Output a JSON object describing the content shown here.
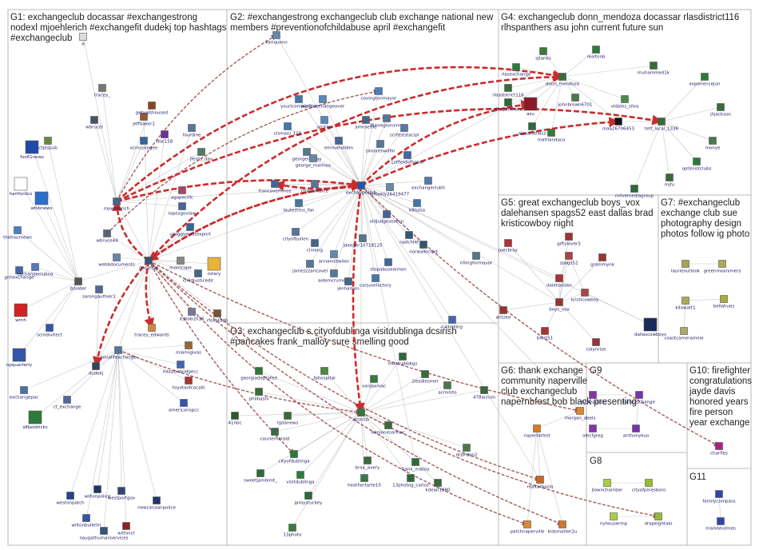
{
  "groups": {
    "g1": {
      "title": [
        "G1: exchangeclub docassar #exchangestrong",
        "nodexl mjoehlerich #exchangefit dudekj top hashtags",
        "#exchangeclub"
      ]
    },
    "g2": {
      "title": [
        "G2: #exchangestrong exchangeclub club exchange national new",
        "members #preventionofchildabuse april #exchangefit"
      ]
    },
    "g3": {
      "title": [
        "G3: exchangeclub s cityofdublinga visitdublinga dcsirish",
        "#pancakes frank_malloy sure smelling good"
      ]
    },
    "g4": {
      "title": [
        "G4: exchangeclub donn_mendoza docassar rlasdistrict116",
        "rlhspanthers asu john current future sun"
      ]
    },
    "g5": {
      "title": [
        "G5: great exchangeclub boys_vox",
        "dalehansen spags52 east dallas brad",
        "kristicowboy night"
      ]
    },
    "g7": {
      "title": [
        "G7: #exchangeclub",
        "exchange club sue",
        "photography design",
        "photos follow ig photo"
      ]
    },
    "g6": {
      "title": [
        "G6: thank exchange",
        "community naperville",
        "club exchangeclub",
        "napernbfest bob black presenting"
      ]
    },
    "g9": {
      "title": [
        "G9"
      ]
    },
    "g10": {
      "title": [
        "G10: firefighter",
        "congratulations",
        "jayde davis",
        "honored years",
        "fire person",
        "year exchange"
      ]
    },
    "g8": {
      "title": [
        "G8"
      ]
    },
    "g11": {
      "title": [
        "G11"
      ]
    }
  },
  "colors": {
    "edge_plain": "#c8c8c8",
    "edge_red": "#cc2b2b",
    "edge_brown": "#a45c5c",
    "label": "#1a1a66"
  },
  "nodes": [
    {
      "id": "fox61news",
      "label": "fox61news",
      "color": "#1e4aa8",
      "big": true
    },
    {
      "id": "wfsbnews",
      "label": "wfsbnews",
      "color": "#2a6fc9",
      "big": true
    },
    {
      "id": "hartfordco",
      "label": "hartfordco",
      "color": "#ffffff",
      "big": true
    },
    {
      "id": "thehournews",
      "label": "thehournews",
      "color": "#4a7fbf"
    },
    {
      "id": "ctplspub",
      "label": "ctplspub",
      "color": "#6a8a3a"
    },
    {
      "id": "wrnh",
      "label": "wrnh",
      "color": "#d32222",
      "big": true
    },
    {
      "id": "npquarterly",
      "label": "npquarterly",
      "color": "#3355aa",
      "big": true
    },
    {
      "id": "exchangepac",
      "label": "exchangepac",
      "color": "#4a6fa8"
    },
    {
      "id": "s8",
      "label": "s8beldricks",
      "color": "#2d7a3a",
      "big": true
    },
    {
      "id": "gnhexchange",
      "label": "gnhexchange",
      "color": "#4466aa"
    },
    {
      "id": "exchangeclubna",
      "label": "exchangeclubna",
      "color": "#5577bb"
    },
    {
      "id": "bzolder",
      "label": "bzolder",
      "color": "#555555"
    },
    {
      "id": "mjoehlerich",
      "label": "mjoehlerich",
      "color": "#446688"
    },
    {
      "id": "docassar",
      "label": "docassar",
      "color": "#335577"
    },
    {
      "id": "nonalifexchange",
      "label": "nonalifexchange",
      "color": "#557799"
    },
    {
      "id": "dudekj",
      "label": "dudekj",
      "color": "#334455"
    },
    {
      "id": "webbdocuments",
      "label": "webbdocuments",
      "color": "#6688aa"
    },
    {
      "id": "wbruce44",
      "label": "wbruce44",
      "color": "#556677"
    },
    {
      "id": "wbrucel",
      "label": "wbrucel",
      "color": "#445566"
    },
    {
      "id": "tracey_",
      "label": "tracey_",
      "color": "#777777"
    },
    {
      "id": "d",
      "label": "d",
      "color": "#dddddd"
    },
    {
      "id": "jeffbaker1",
      "label": "jeffbaker1",
      "color": "#995533"
    },
    {
      "id": "getvalshoused",
      "label": "getvalshoused",
      "color": "#884422"
    },
    {
      "id": "dlai158",
      "label": "dlai158",
      "color": "#663399"
    },
    {
      "id": "xcmuskogee",
      "label": "xcmuskogee",
      "color": "#336699"
    },
    {
      "id": "fourdine",
      "label": "fourdine",
      "color": "#557799"
    },
    {
      "id": "jferris_dav",
      "label": "jferris_dav",
      "color": "#557766"
    },
    {
      "id": "agapecific",
      "label": "agapecific",
      "color": "#aa4466"
    },
    {
      "id": "lopezgovlaw",
      "label": "lopezgovlaw",
      "color": "#446699"
    },
    {
      "id": "montcope",
      "label": "montcope",
      "color": "#888888"
    },
    {
      "id": "sarongauthier1",
      "label": "sarongauthier1",
      "color": "#556699"
    },
    {
      "id": "tracey_edwards",
      "label": "tracey_edwards",
      "color": "#cc8844"
    },
    {
      "id": "itsbob2016",
      "label": "itsbob2016",
      "color": "#777799"
    },
    {
      "id": "rfoxplddb",
      "label": "rfoxplddb",
      "color": "#775533"
    },
    {
      "id": "miamigivas",
      "label": "miamigivas",
      "color": "#996633"
    },
    {
      "id": "missionbridgecc",
      "label": "missionbridgecc",
      "color": "#4466aa"
    },
    {
      "id": "toyotaofcocalli",
      "label": "toyotaofcocalli",
      "color": "#aa3333"
    },
    {
      "id": "americanspcc",
      "label": "americanspcc",
      "color": "#3355aa"
    },
    {
      "id": "childjusticedir",
      "label": "childjusticedir",
      "color": "#446688"
    },
    {
      "id": "rotary",
      "label": "rotary",
      "color": "#e8b33a",
      "big": true
    },
    {
      "id": "usaggymastexport",
      "label": "usaggymastexport",
      "color": "#336699"
    },
    {
      "id": "scrodivitect",
      "label": "scrodivitect",
      "color": "#3355aa"
    },
    {
      "id": "ct_exchange",
      "label": "ct_exchange",
      "color": "#556699"
    },
    {
      "id": "westonpatch",
      "label": "westonpatch",
      "color": "#224488"
    },
    {
      "id": "wiltonpolice",
      "label": "wiltonpolice",
      "color": "#223366"
    },
    {
      "id": "westportgov",
      "label": "westportgov",
      "color": "#334477"
    },
    {
      "id": "newcanaanpolice",
      "label": "newcanaanpolice",
      "color": "#223366"
    },
    {
      "id": "wiltonbulletin",
      "label": "wiltonbulletin",
      "color": "#3355aa"
    },
    {
      "id": "naugathumanservices",
      "label": "naugathumanservices",
      "color": "#335577"
    },
    {
      "id": "wiltonct",
      "label": "wiltonct",
      "color": "#882222"
    },
    {
      "id": "kariquenn",
      "label": "kariquenn",
      "color": "#6688aa"
    },
    {
      "id": "yourlcompositon",
      "label": "yourlcompositon",
      "color": "#4477aa"
    },
    {
      "id": "wintimechangeover",
      "label": "wintimechangeover",
      "color": "#5588bb"
    },
    {
      "id": "covingtonmayor",
      "label": "covingtonmayor",
      "color": "#4a7fbf"
    },
    {
      "id": "filmregions",
      "label": "filmregionsinm",
      "color": "#557799"
    },
    {
      "id": "johnsethe",
      "label": "johnsethe",
      "color": "#446688"
    },
    {
      "id": "clsmanj",
      "label": "clsmanj_115",
      "color": "#4477aa"
    },
    {
      "id": "archan",
      "label": "archan",
      "color": "#5588bb"
    },
    {
      "id": "emmaholden",
      "label": "emmaholden",
      "color": "#446699"
    },
    {
      "id": "georgemgray",
      "label": "georgemgray",
      "color": "#557788"
    },
    {
      "id": "george_marinos",
      "label": "george_marinos",
      "color": "#6688aa"
    },
    {
      "id": "simonthwilfin",
      "label": "simonthwilfin",
      "color": "#557799"
    },
    {
      "id": "1st",
      "label": "1stfieldofhonor",
      "color": "#4466aa"
    },
    {
      "id": "scrfeststacipl",
      "label": "scrfeststacipl",
      "color": "#5577aa"
    },
    {
      "id": "francoverhinos",
      "label": "francoverhinos",
      "color": "#446699"
    },
    {
      "id": "chiptamarce",
      "label": "chiptamarce",
      "color": "#557799"
    },
    {
      "id": "exchangeclub",
      "label": "exchangeclub",
      "color": "#2255aa"
    },
    {
      "id": "brooklyn",
      "label": "brookly26419477",
      "color": "#6688aa"
    },
    {
      "id": "exchangeclubh",
      "label": "exchangeclubh",
      "color": "#5577aa"
    },
    {
      "id": "lautesttns_fan",
      "label": "lautesttns_fan",
      "color": "#447799"
    },
    {
      "id": "cityofbullen",
      "label": "cityofbullen",
      "color": "#557799"
    },
    {
      "id": "cinlong",
      "label": "cinlong",
      "color": "#446688"
    },
    {
      "id": "oldjudgesexecn",
      "label": "oldjudgesexecn",
      "color": "#446699"
    },
    {
      "id": "k8tulsa",
      "label": "k8tulsa",
      "color": "#4477aa"
    },
    {
      "id": "npdchief",
      "label": "npdchief",
      "color": "#335577"
    },
    {
      "id": "jdeeger",
      "label": "jdeeger10718125",
      "color": "#557788"
    },
    {
      "id": "annamiltwilen",
      "label": "annamiltwilen",
      "color": "#6688aa"
    },
    {
      "id": "norwalkictpd",
      "label": "norwalkictpd",
      "color": "#335577"
    },
    {
      "id": "jameszzaricovel",
      "label": "jameszzaricovel",
      "color": "#557799"
    },
    {
      "id": "stopabuseaimon",
      "label": "stopabuseaimon",
      "color": "#446699"
    },
    {
      "id": "aidemcrumera",
      "label": "aidemcrumera",
      "color": "#557799"
    },
    {
      "id": "jenhamon",
      "label": "jenhamon",
      "color": "#446688"
    },
    {
      "id": "carjunefactory",
      "label": "carjunefactory",
      "color": "#4477aa"
    },
    {
      "id": "rillingformayor",
      "label": "rillingformayor",
      "color": "#557788"
    },
    {
      "id": "luckelling",
      "label": "luckelling",
      "color": "#4466aa"
    },
    {
      "id": "georgiadeptofed",
      "label": "georgiadeptofed",
      "color": "#2d7a3a"
    },
    {
      "id": "fphospital",
      "label": "fphospital",
      "color": "#4a8a3a"
    },
    {
      "id": "philbashi",
      "label": "philbashi",
      "color": "#3a6a3a"
    },
    {
      "id": "41nbc",
      "label": "41nbc",
      "color": "#2d5a2d"
    },
    {
      "id": "vanjaxmac",
      "label": "vanjaxmac",
      "color": "#3a7a3a"
    },
    {
      "id": "montrabbbgs",
      "label": "montrabbbgs",
      "color": "#2d6a3a"
    },
    {
      "id": "1lesdiesmer",
      "label": "1lesdiesmer",
      "color": "#3a6a3a"
    },
    {
      "id": "acmilsto",
      "label": "acmilsto",
      "color": "#4a7a4a"
    },
    {
      "id": "rgdanews",
      "label": "rgdanews",
      "color": "#3a6a3a"
    },
    {
      "id": "dcsirish",
      "label": "dcsirish",
      "color": "#2d7a3a"
    },
    {
      "id": "courierherald",
      "label": "courierherald",
      "color": "#3a6a4a"
    },
    {
      "id": "cityofdublinga",
      "label": "cityofdublinga",
      "color": "#2d7a3a"
    },
    {
      "id": "benjonesarmac",
      "label": "benjonesarmac",
      "color": "#3a6a3a"
    },
    {
      "id": "drjordan2",
      "label": "drjordan2",
      "color": "#4a7a4a"
    },
    {
      "id": "478acrum",
      "label": "478acrum",
      "color": "#3a6a3a"
    },
    {
      "id": "sweetjambimt",
      "label": "sweetjambimt_",
      "color": "#2d6a3a"
    },
    {
      "id": "visitdublinga",
      "label": "visitdublinga",
      "color": "#2d7a3a"
    },
    {
      "id": "brax_avery",
      "label": "brax_avery",
      "color": "#3a6a3a"
    },
    {
      "id": "frank_malloy",
      "label": "frank_malloy",
      "color": "#2d6a3a"
    },
    {
      "id": "heathertarte10",
      "label": "heathertarte10",
      "color": "#3a7a4a"
    },
    {
      "id": "13photog",
      "label": "13photog_carlos",
      "color": "#2d6a3a"
    },
    {
      "id": "kdean1980",
      "label": "kdean1980",
      "color": "#3a6a3a"
    },
    {
      "id": "jaroystuckey",
      "label": "jaroystuckey",
      "color": "#2d6a3a"
    },
    {
      "id": "13photo",
      "label": "13photo",
      "color": "#3a7a3a"
    },
    {
      "id": "rlasexchange",
      "label": "rlasexchange",
      "color": "#2d7a3a"
    },
    {
      "id": "rlasdistrict116",
      "label": "rlasdistrict116",
      "color": "#3a6a3a"
    },
    {
      "id": "rlhspanthers",
      "label": "rlhspanthers",
      "color": "#2d6a3a"
    },
    {
      "id": "asu",
      "label": "asu",
      "color": "#8a1a2a",
      "big": true
    },
    {
      "id": "donn_mendoza",
      "label": "donn_mendoza",
      "color": "#3a6a3a"
    },
    {
      "id": "johnbrown6701",
      "label": "johnbrown6701",
      "color": "#4a7a4a"
    },
    {
      "id": "realtonb",
      "label": "realtonb",
      "color": "#2d7a3a"
    },
    {
      "id": "muhammed1k",
      "label": "muhammed1k",
      "color": "#3a6a3a"
    },
    {
      "id": "vidales_silva",
      "label": "vidales_silva",
      "color": "#4a8a4a"
    },
    {
      "id": "alexandralcz",
      "label": "alexandralcz",
      "color": "#2d6a3a"
    },
    {
      "id": "mafriandaco",
      "label": "mafriandaco",
      "color": "#3a7a3a"
    },
    {
      "id": "maa",
      "label": "maa26706453",
      "color": "#111111"
    },
    {
      "id": "tetf_local",
      "label": "tetf_local_1336",
      "color": "#3a6a3a"
    },
    {
      "id": "experiencejun",
      "label": "experiencejun",
      "color": "#2d7a3a"
    },
    {
      "id": "jhjackson",
      "label": "jhjackson",
      "color": "#3a6a3a"
    },
    {
      "id": "monye",
      "label": "monye",
      "color": "#4a7a4a"
    },
    {
      "id": "optimistclubs",
      "label": "optimistclubs",
      "color": "#2d7a3a"
    },
    {
      "id": "mjfu",
      "label": "mjfu",
      "color": "#3a6a3a"
    },
    {
      "id": "milvemediagroup",
      "label": "milvemediagroup",
      "color": "#2d6a3a"
    },
    {
      "id": "sjtanks",
      "label": "sjtanks",
      "color": "#3a7a3a"
    },
    {
      "id": "joecbray",
      "label": "joecbray",
      "color": "#aa3333"
    },
    {
      "id": "giftylover3",
      "label": "giftylover3",
      "color": "#993333"
    },
    {
      "id": "spags52",
      "label": "spags52",
      "color": "#aa4444"
    },
    {
      "id": "grammynk",
      "label": "grammynk",
      "color": "#993333"
    },
    {
      "id": "dalehansen",
      "label": "dalehansen",
      "color": "#aa3333"
    },
    {
      "id": "boys_vox",
      "label": "boys_vox",
      "color": "#993333"
    },
    {
      "id": "kristicowboy",
      "label": "kristicowboy",
      "color": "#aa4444"
    },
    {
      "id": "aritzee",
      "label": "aritzee",
      "color": "#993333"
    },
    {
      "id": "blurt51",
      "label": "blurt51",
      "color": "#aa3333"
    },
    {
      "id": "colynrize",
      "label": "colynrize",
      "color": "#993333"
    },
    {
      "id": "dallascowboys",
      "label": "dallascowboys",
      "color": "#1a2a5a",
      "big": true
    },
    {
      "id": "laurieoutlook",
      "label": "laurieoutlook",
      "color": "#aaa15a"
    },
    {
      "id": "greenmoanimers",
      "label": "greenmoanimers",
      "color": "#aaaa55"
    },
    {
      "id": "kilowatt1",
      "label": "kilowatt1",
      "color": "#aaaa55"
    },
    {
      "id": "bellahues",
      "label": "bellahues",
      "color": "#aaaa44"
    },
    {
      "id": "coastcameramnie",
      "label": "coastcameramnie",
      "color": "#aaaa66"
    },
    {
      "id": "morgan_abels",
      "label": "morgan_abels",
      "color": "#dd8833"
    },
    {
      "id": "napernbfest",
      "label": "napernbfest",
      "color": "#dd7722"
    },
    {
      "id": "realtorbazia",
      "label": "realtorbazia",
      "color": "#cc6622"
    },
    {
      "id": "patchnaperville",
      "label": "patchnaperville",
      "color": "#dd8833"
    },
    {
      "id": "kidsmatter2u",
      "label": "kidsmatter2u",
      "color": "#cc7733"
    },
    {
      "id": "irvinepolice",
      "label": "irvinepolice",
      "color": "#8833aa"
    },
    {
      "id": "lnineaschange",
      "label": "lnineaschange",
      "color": "#7733aa"
    },
    {
      "id": "alecfgreg",
      "label": "alecfgreg",
      "color": "#8833aa"
    },
    {
      "id": "anthonykuo",
      "label": "anthonykuo",
      "color": "#7733aa"
    },
    {
      "id": "charfies",
      "label": "charfies",
      "color": "#aa2288"
    },
    {
      "id": "jlownchamber",
      "label": "jlownchamber",
      "color": "#aacc44"
    },
    {
      "id": "cityofpinesboro",
      "label": "cityofpinesboro",
      "color": "#99bb33"
    },
    {
      "id": "nyhouse",
      "label": "nyhousermp",
      "color": "#aacc44"
    },
    {
      "id": "drapeightalo",
      "label": "drapeightalo",
      "color": "#99bb33"
    },
    {
      "id": "familycompass",
      "label": "familycompass",
      "color": "#3344aa"
    },
    {
      "id": "markbholmes",
      "label": "markbholmes",
      "color": "#3344aa"
    }
  ]
}
